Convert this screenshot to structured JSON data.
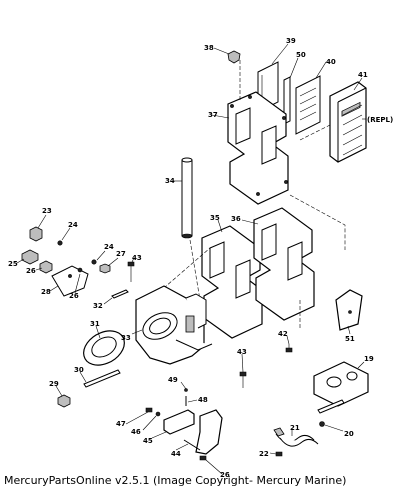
{
  "diagram": {
    "part_labels": {
      "p38": "38",
      "p39": "39",
      "p50": "50",
      "p40": "40",
      "p41": "41",
      "p37": "37",
      "p34": "34",
      "p23": "23",
      "p24a": "24",
      "p24b": "24",
      "p27": "27",
      "p25": "25",
      "p26a": "26",
      "p28": "28",
      "p26b": "26",
      "p43a": "43",
      "p32": "32",
      "p35": "35",
      "p36": "36",
      "p31": "31",
      "p33": "33",
      "p42": "42",
      "p51": "51",
      "p30": "30",
      "p29": "29",
      "p43b": "43",
      "p19": "19",
      "p49": "49",
      "p48": "48",
      "p47": "47",
      "p46": "46",
      "p45": "45",
      "p44": "44",
      "p21": "21",
      "p20": "20",
      "p22": "22",
      "p26c": "26"
    },
    "repl_note": "(REPL)"
  },
  "footer": {
    "caption": "MercuryPartsOnline v2.5.1 (Image Copyright- Mercury Marine)"
  }
}
